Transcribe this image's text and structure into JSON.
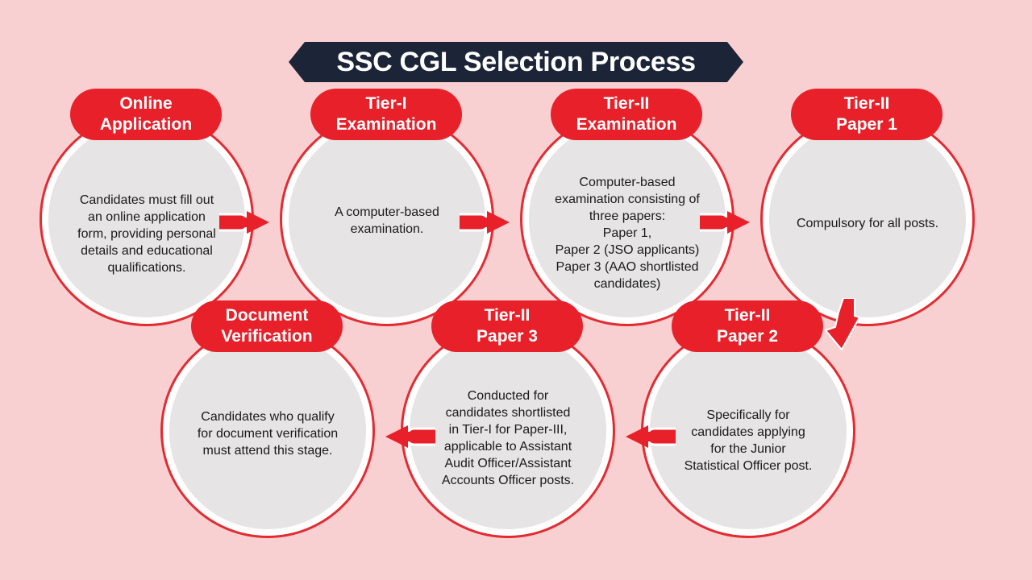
{
  "title": "SSC CGL Selection Process",
  "steps": [
    {
      "title_lines": [
        "Online",
        "Application"
      ],
      "desc_lines": [
        "Candidates must fill out",
        "an online application",
        "form, providing personal",
        "details and educational",
        "qualifications."
      ]
    },
    {
      "title_lines": [
        "Tier-I",
        "Examination"
      ],
      "desc_lines": [
        "A computer-based",
        "examination."
      ]
    },
    {
      "title_lines": [
        "Tier-II",
        "Examination"
      ],
      "desc_lines": [
        "Computer-based",
        "examination consisting of",
        "three papers:",
        "Paper 1,",
        "Paper 2 (JSO applicants)",
        "Paper 3 (AAO shortlisted",
        "candidates)"
      ]
    },
    {
      "title_lines": [
        "Tier-II",
        "Paper 1"
      ],
      "desc_lines": [
        "Compulsory for all posts."
      ]
    },
    {
      "title_lines": [
        "Tier-II",
        "Paper 2"
      ],
      "desc_lines": [
        "Specifically for",
        "candidates applying",
        "for the Junior",
        "Statistical Officer post."
      ]
    },
    {
      "title_lines": [
        "Tier-II",
        "Paper 3"
      ],
      "desc_lines": [
        "Conducted for",
        "candidates shortlisted",
        "in Tier-I for Paper-III,",
        "applicable to Assistant",
        "Audit Officer/Assistant",
        "Accounts Officer posts."
      ]
    },
    {
      "title_lines": [
        "Document",
        "Verification"
      ],
      "desc_lines": [
        "Candidates who qualify",
        "for document verification",
        "must attend this stage."
      ]
    }
  ],
  "colors": {
    "accent": "#e8202a",
    "banner": "#1c2437",
    "background": "#f9d0d1",
    "circle_fill": "#e6e4e4"
  }
}
